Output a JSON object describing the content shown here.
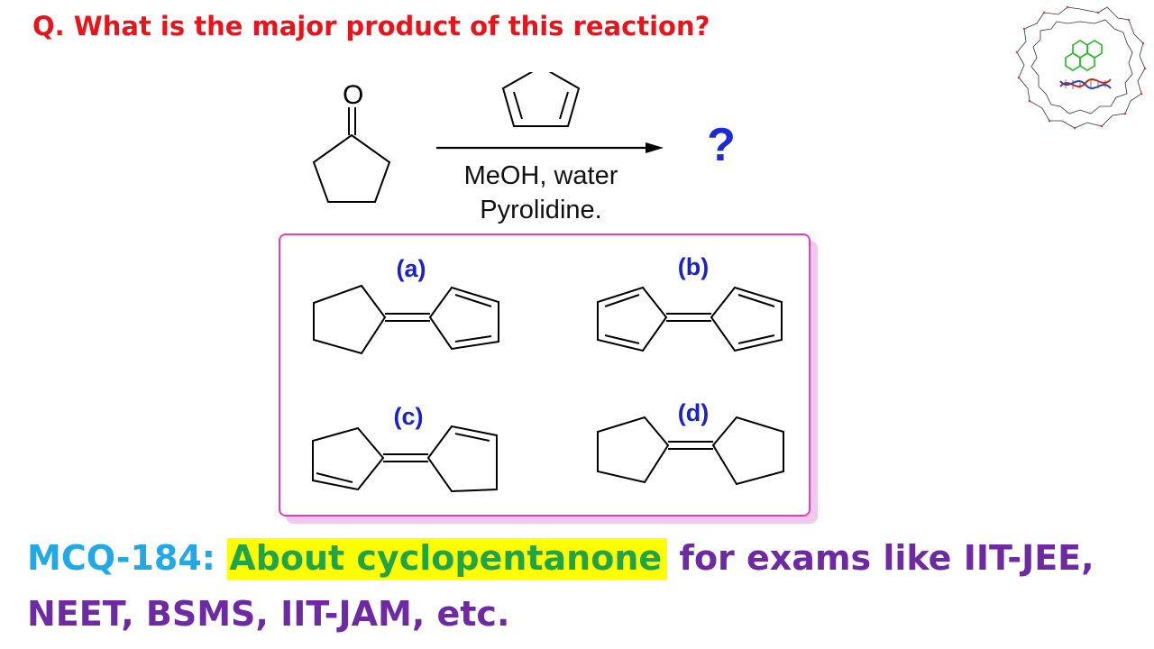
{
  "question": {
    "text": "Q. What is the major product of this reaction?"
  },
  "reaction": {
    "reactant_atom_label": "O",
    "conditions": [
      "MeOH, water",
      "Pyrolidine."
    ],
    "product_placeholder": "?"
  },
  "options": [
    {
      "label": "(a)"
    },
    {
      "label": "(b)"
    },
    {
      "label": "(c)"
    },
    {
      "label": "(d)"
    }
  ],
  "footer": {
    "mcq_id": "MCQ-184:",
    "topic": "About cyclopentanone",
    "line1_rest": "for exams like IIT-JEE,",
    "line2": "NEET, BSMS, IIT-JAM, etc."
  },
  "colors": {
    "question": "#e8141b",
    "mcq_id": "#21a8e6",
    "topic_text": "#1fa44a",
    "topic_highlight": "#ffff00",
    "footer_text": "#6d2aa3",
    "option_label": "#1a22c8",
    "question_mark": "#1a2ad6",
    "box_border": "#e23cc9"
  }
}
